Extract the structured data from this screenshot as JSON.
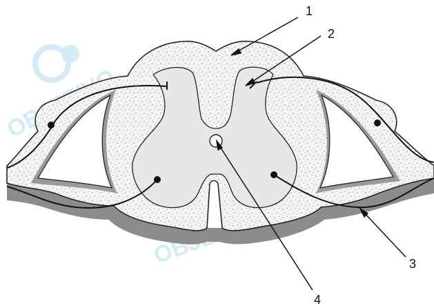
{
  "diagram": {
    "labels": {
      "l1": "1",
      "l2": "2",
      "l3": "3",
      "l4": "4"
    },
    "watermark": "OBJETIVO",
    "colors": {
      "white_matter": "#f4f4f4",
      "gray_matter": "#e7e7e7",
      "shadow": "#8c8c8c",
      "outline": "#222222",
      "watermark": "#cfe9f7"
    }
  }
}
